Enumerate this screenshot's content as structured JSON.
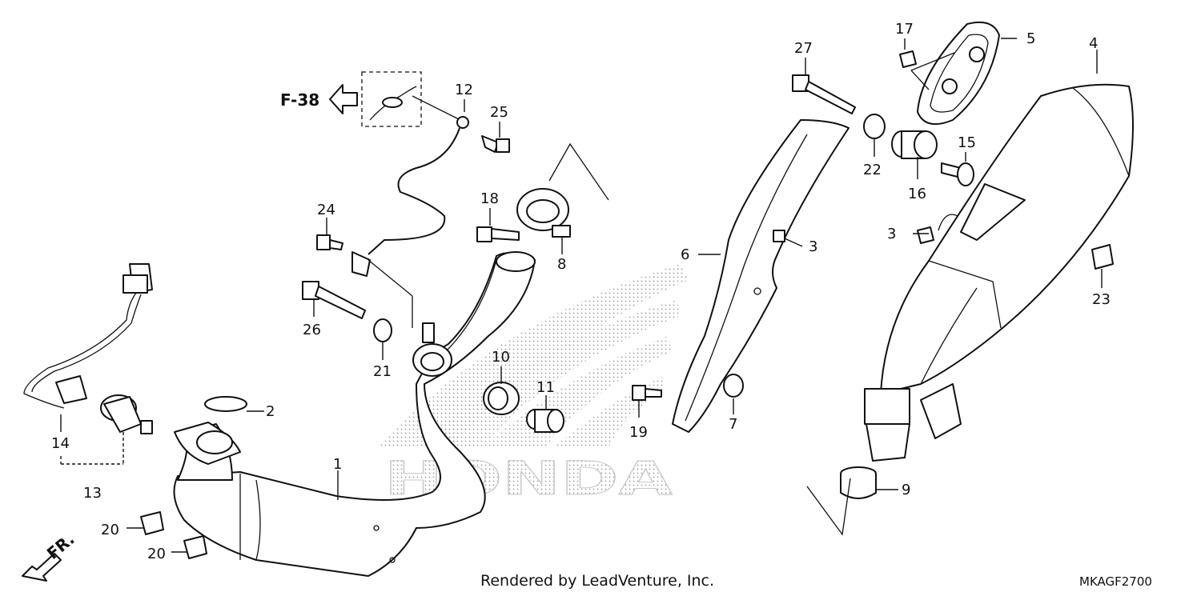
{
  "diagram": {
    "ref_label": "F-38",
    "front_label": "FR.",
    "watermark": "HONDA",
    "credit": "Rendered by LeadVenture, Inc.",
    "code": "MKAGF2700",
    "callouts": {
      "c1": "1",
      "c2": "2",
      "c3a": "3",
      "c3b": "3",
      "c4": "4",
      "c5": "5",
      "c6": "6",
      "c7": "7",
      "c8": "8",
      "c9": "9",
      "c10": "10",
      "c11": "11",
      "c12": "12",
      "c13": "13",
      "c14": "14",
      "c15": "15",
      "c16": "16",
      "c17": "17",
      "c18": "18",
      "c19": "19",
      "c20a": "20",
      "c20b": "20",
      "c21": "21",
      "c22": "22",
      "c23": "23",
      "c24": "24",
      "c25": "25",
      "c26": "26",
      "c27": "27"
    }
  }
}
